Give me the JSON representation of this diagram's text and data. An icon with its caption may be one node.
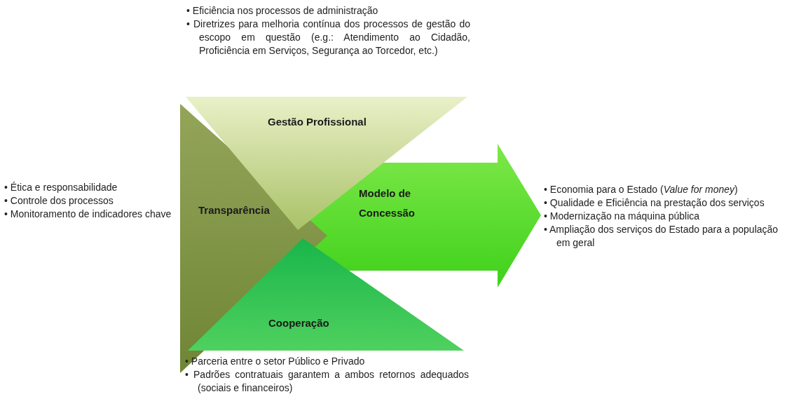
{
  "diagram": {
    "nodes": [
      {
        "text": [
          "Gestão Profissional"
        ],
        "beside": [
          "• Eficiência nos processos de administração",
          "• Diretrizes para melhoria contínua dos processos de gestão do escopo em questão (e.g.: Atendimento ao Cidadão, Proficiência em Serviços, Segurança ao Torcedor, etc.)"
        ]
      },
      {
        "text": [
          "Transparência"
        ],
        "beside": [
          "• Ética e responsabilidade",
          "• Controle dos processos",
          "• Monitoramento de indicadores chave"
        ]
      },
      {
        "text": [
          "Modelo de Concessão"
        ],
        "beside": [
          "• Economia para o Estado (*Value for money*)",
          "• Qualidade  e Eficiência na prestação dos serviços",
          "• Modernização na máquina pública",
          "• Ampliação dos serviços do Estado para a população em geral"
        ]
      },
      {
        "text": [
          "Cooperação"
        ],
        "beside": [
          "• Parceria entre o setor Público e Privado",
          "• Padrões contratuais garantem a ambos retornos adequados (sociais e financeiros)"
        ]
      }
    ]
  }
}
